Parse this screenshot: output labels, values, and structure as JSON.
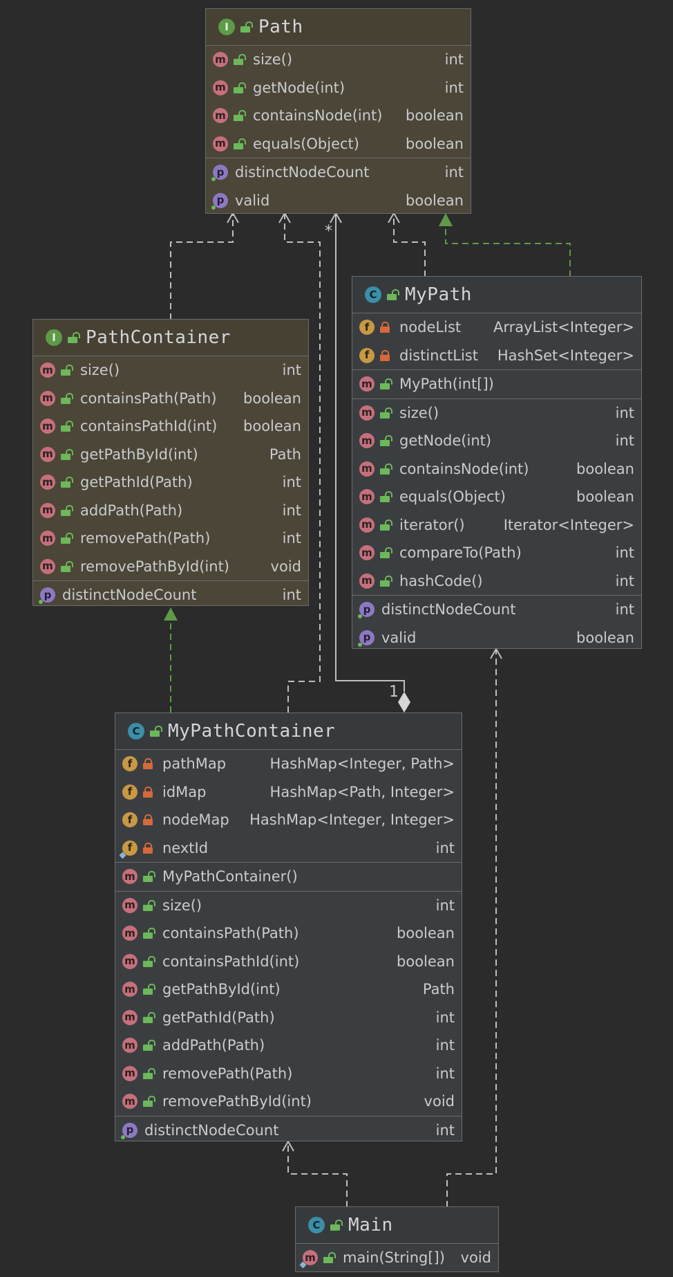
{
  "boxes": {
    "path": {
      "kind": "I",
      "title": "Path",
      "sections": [
        [
          {
            "icon": "m",
            "access": "open",
            "name": "size()",
            "type": "int"
          },
          {
            "icon": "m",
            "access": "open",
            "name": "getNode(int)",
            "type": "int"
          },
          {
            "icon": "m",
            "access": "open",
            "name": "containsNode(int)",
            "type": "boolean"
          },
          {
            "icon": "m",
            "access": "open",
            "name": "equals(Object)",
            "type": "boolean"
          }
        ],
        [
          {
            "icon": "p",
            "access": "none",
            "name": "distinctNodeCount",
            "type": "int"
          },
          {
            "icon": "p",
            "access": "none",
            "name": "valid",
            "type": "boolean"
          }
        ]
      ]
    },
    "pathcontainer": {
      "kind": "I",
      "title": "PathContainer",
      "sections": [
        [
          {
            "icon": "m",
            "access": "open",
            "name": "size()",
            "type": "int"
          },
          {
            "icon": "m",
            "access": "open",
            "name": "containsPath(Path)",
            "type": "boolean"
          },
          {
            "icon": "m",
            "access": "open",
            "name": "containsPathId(int)",
            "type": "boolean"
          },
          {
            "icon": "m",
            "access": "open",
            "name": "getPathById(int)",
            "type": "Path"
          },
          {
            "icon": "m",
            "access": "open",
            "name": "getPathId(Path)",
            "type": "int"
          },
          {
            "icon": "m",
            "access": "open",
            "name": "addPath(Path)",
            "type": "int"
          },
          {
            "icon": "m",
            "access": "open",
            "name": "removePath(Path)",
            "type": "int"
          },
          {
            "icon": "m",
            "access": "open",
            "name": "removePathById(int)",
            "type": "void"
          }
        ],
        [
          {
            "icon": "p",
            "access": "none",
            "name": "distinctNodeCount",
            "type": "int"
          }
        ]
      ]
    },
    "mypath": {
      "kind": "C",
      "title": "MyPath",
      "sections": [
        [
          {
            "icon": "f",
            "access": "closed",
            "name": "nodeList",
            "type": "ArrayList<Integer>"
          },
          {
            "icon": "f",
            "access": "closed",
            "name": "distinctList",
            "type": "HashSet<Integer>"
          }
        ],
        [
          {
            "icon": "m",
            "access": "open",
            "name": "MyPath(int[])",
            "type": ""
          }
        ],
        [
          {
            "icon": "m",
            "access": "open",
            "name": "size()",
            "type": "int"
          },
          {
            "icon": "m",
            "access": "open",
            "name": "getNode(int)",
            "type": "int"
          },
          {
            "icon": "m",
            "access": "open",
            "name": "containsNode(int)",
            "type": "boolean"
          },
          {
            "icon": "m",
            "access": "open",
            "name": "equals(Object)",
            "type": "boolean"
          },
          {
            "icon": "m",
            "access": "open",
            "name": "iterator()",
            "type": "Iterator<Integer>"
          },
          {
            "icon": "m",
            "access": "open",
            "name": "compareTo(Path)",
            "type": "int"
          },
          {
            "icon": "m",
            "access": "open",
            "name": "hashCode()",
            "type": "int"
          }
        ],
        [
          {
            "icon": "p",
            "access": "none",
            "name": "distinctNodeCount",
            "type": "int"
          },
          {
            "icon": "p",
            "access": "none",
            "name": "valid",
            "type": "boolean"
          }
        ]
      ]
    },
    "mypathcontainer": {
      "kind": "C",
      "title": "MyPathContainer",
      "sections": [
        [
          {
            "icon": "f",
            "access": "closed",
            "name": "pathMap",
            "type": "HashMap<Integer, Path>"
          },
          {
            "icon": "f",
            "access": "closed",
            "name": "idMap",
            "type": "HashMap<Path, Integer>"
          },
          {
            "icon": "f",
            "access": "closed",
            "name": "nodeMap",
            "type": "HashMap<Integer, Integer>"
          },
          {
            "icon": "f",
            "access": "closed",
            "name": "nextId",
            "type": "int",
            "final": true
          }
        ],
        [
          {
            "icon": "m",
            "access": "open",
            "name": "MyPathContainer()",
            "type": ""
          }
        ],
        [
          {
            "icon": "m",
            "access": "open",
            "name": "size()",
            "type": "int"
          },
          {
            "icon": "m",
            "access": "open",
            "name": "containsPath(Path)",
            "type": "boolean"
          },
          {
            "icon": "m",
            "access": "open",
            "name": "containsPathId(int)",
            "type": "boolean"
          },
          {
            "icon": "m",
            "access": "open",
            "name": "getPathById(int)",
            "type": "Path"
          },
          {
            "icon": "m",
            "access": "open",
            "name": "getPathId(Path)",
            "type": "int"
          },
          {
            "icon": "m",
            "access": "open",
            "name": "addPath(Path)",
            "type": "int"
          },
          {
            "icon": "m",
            "access": "open",
            "name": "removePath(Path)",
            "type": "int"
          },
          {
            "icon": "m",
            "access": "open",
            "name": "removePathById(int)",
            "type": "void"
          }
        ],
        [
          {
            "icon": "p",
            "access": "none",
            "name": "distinctNodeCount",
            "type": "int"
          }
        ]
      ]
    },
    "main": {
      "kind": "C",
      "title": "Main",
      "sections": [
        [
          {
            "icon": "m",
            "access": "open",
            "name": "main(String[])",
            "type": "void",
            "final": true
          }
        ]
      ]
    }
  },
  "edge_labels": {
    "multiplicity_many": "*",
    "multiplicity_one": "1"
  },
  "colors": {
    "background": "#2b2b2b",
    "interface_fill": "#4b4637",
    "class_fill": "#3b3e40",
    "border": "#6a6c6e",
    "realization_edge": "#5e9a48",
    "dependency_edge": "#bdbfc1"
  }
}
